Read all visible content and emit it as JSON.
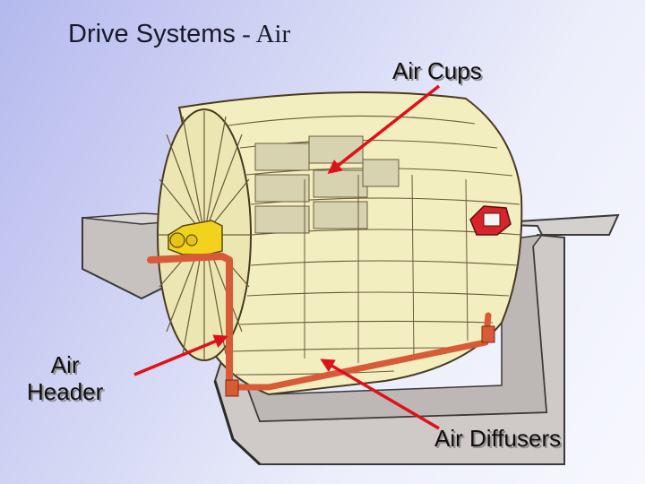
{
  "slide": {
    "title_main": "Drive Systems",
    "title_separator": " - ",
    "title_suffix": "Air"
  },
  "labels": {
    "air_cups": "Air Cups",
    "air_header_line1": "Air",
    "air_header_line2": "Header",
    "air_diffusers": "Air Diffusers"
  },
  "colors": {
    "background_start": "#b4b9ee",
    "arrow": "#e0101a",
    "air_piping": "#d95a36",
    "media_drum": "#f2eec0",
    "tank": "#cfcac8",
    "drive_motor": "#f2d21a"
  }
}
